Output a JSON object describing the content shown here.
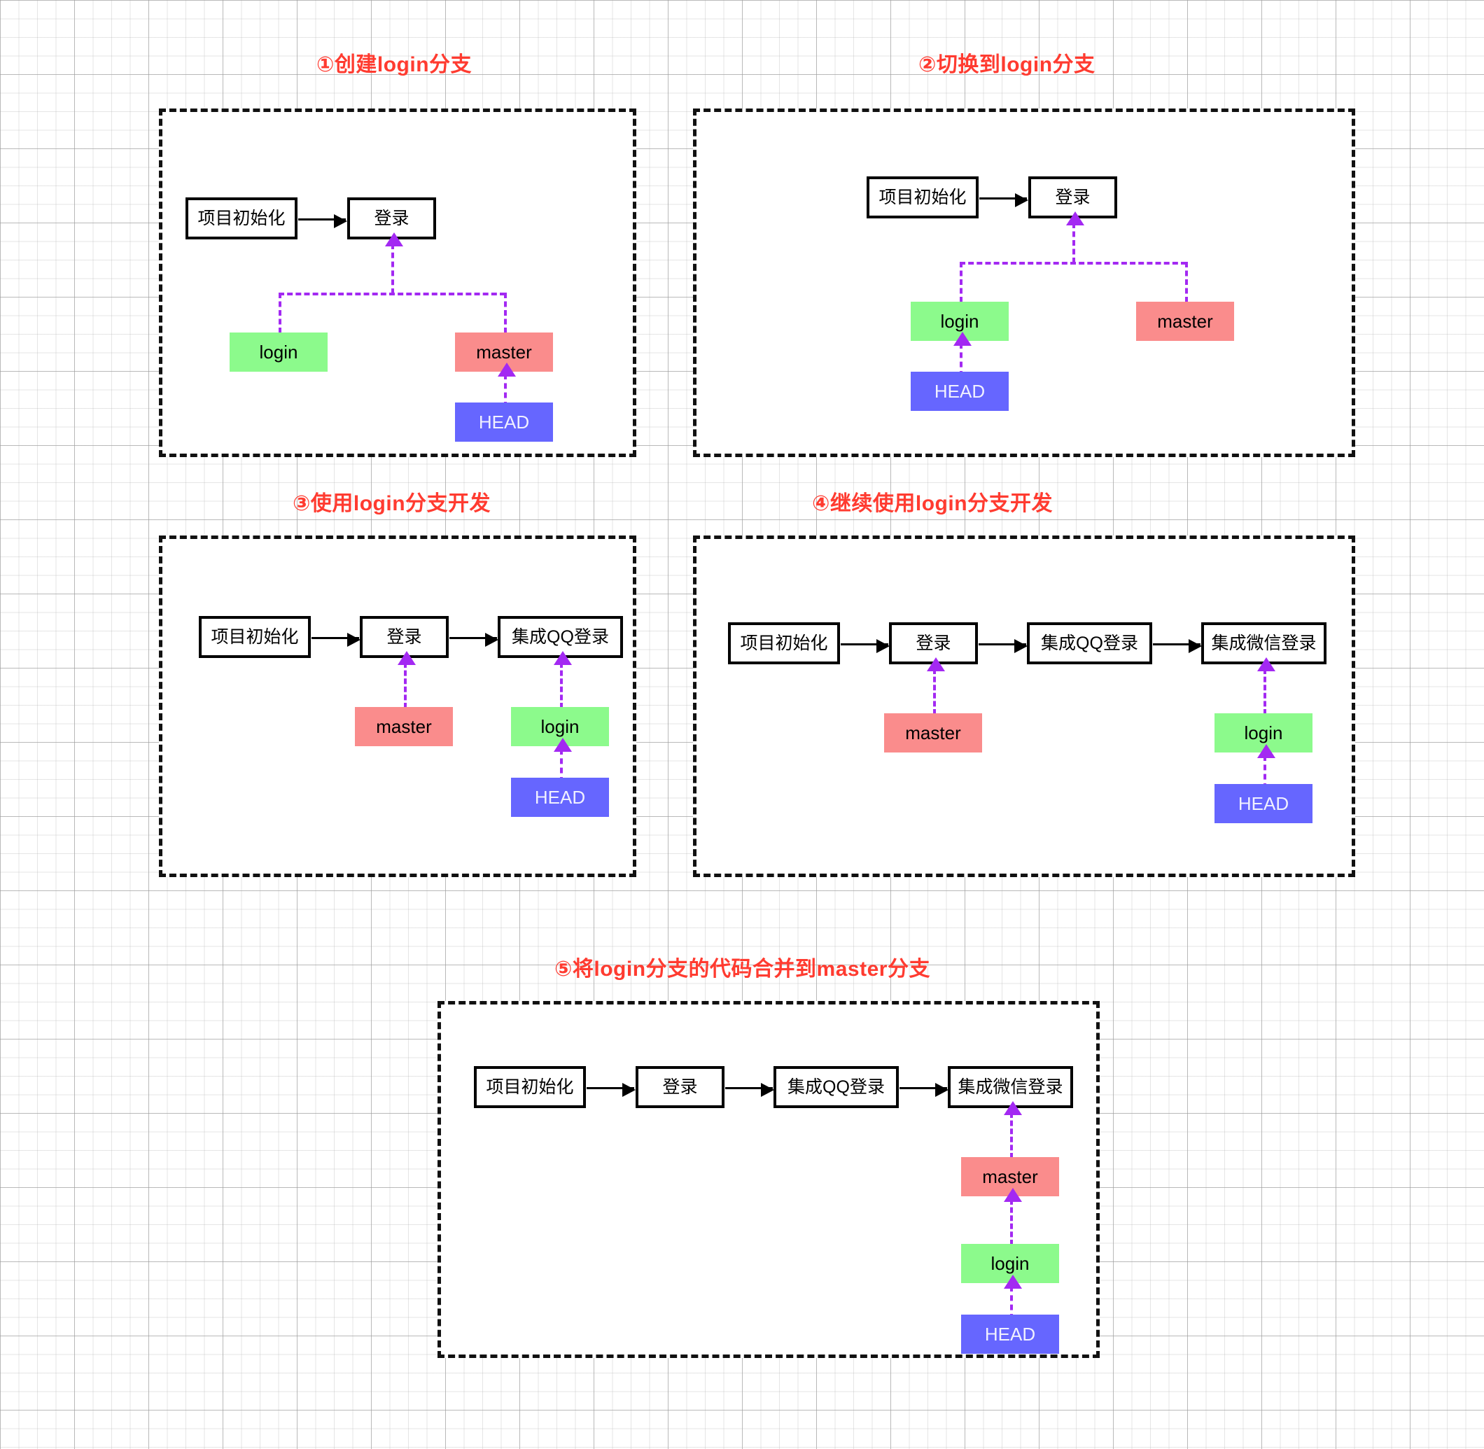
{
  "diagram": {
    "title_color": "#FF3B30",
    "colors": {
      "login": "#8CFA8C",
      "master": "#FA8C8C",
      "head": "#6666FF",
      "connector": "#A329F2",
      "node_border": "#000000"
    },
    "labels": {
      "login": "login",
      "master": "master",
      "head": "HEAD",
      "commit_init": "项目初始化",
      "commit_login": "登录",
      "commit_qq": "集成QQ登录",
      "commit_wechat": "集成微信登录"
    }
  },
  "panels": [
    {
      "id": "panel-1",
      "title": "①创建login分支",
      "nodes": [
        "项目初始化",
        "登录"
      ],
      "tags": [
        "login",
        "master",
        "HEAD"
      ],
      "head_points_to": "master",
      "login_points_to": "登录",
      "master_points_to": "登录"
    },
    {
      "id": "panel-2",
      "title": "②切换到login分支",
      "nodes": [
        "项目初始化",
        "登录"
      ],
      "tags": [
        "login",
        "master",
        "HEAD"
      ],
      "head_points_to": "login",
      "login_points_to": "登录",
      "master_points_to": "登录"
    },
    {
      "id": "panel-3",
      "title": "③使用login分支开发",
      "nodes": [
        "项目初始化",
        "登录",
        "集成QQ登录"
      ],
      "tags": [
        "master",
        "login",
        "HEAD"
      ],
      "head_points_to": "login",
      "login_points_to": "集成QQ登录",
      "master_points_to": "登录"
    },
    {
      "id": "panel-4",
      "title": "④继续使用login分支开发",
      "nodes": [
        "项目初始化",
        "登录",
        "集成QQ登录",
        "集成微信登录"
      ],
      "tags": [
        "master",
        "login",
        "HEAD"
      ],
      "head_points_to": "login",
      "login_points_to": "集成微信登录",
      "master_points_to": "登录"
    },
    {
      "id": "panel-5",
      "title": "⑤将login分支的代码合并到master分支",
      "nodes": [
        "项目初始化",
        "登录",
        "集成QQ登录",
        "集成微信登录"
      ],
      "tags": [
        "master",
        "login",
        "HEAD"
      ],
      "head_points_to": "login",
      "login_points_to": "master",
      "master_points_to": "集成微信登录"
    }
  ]
}
